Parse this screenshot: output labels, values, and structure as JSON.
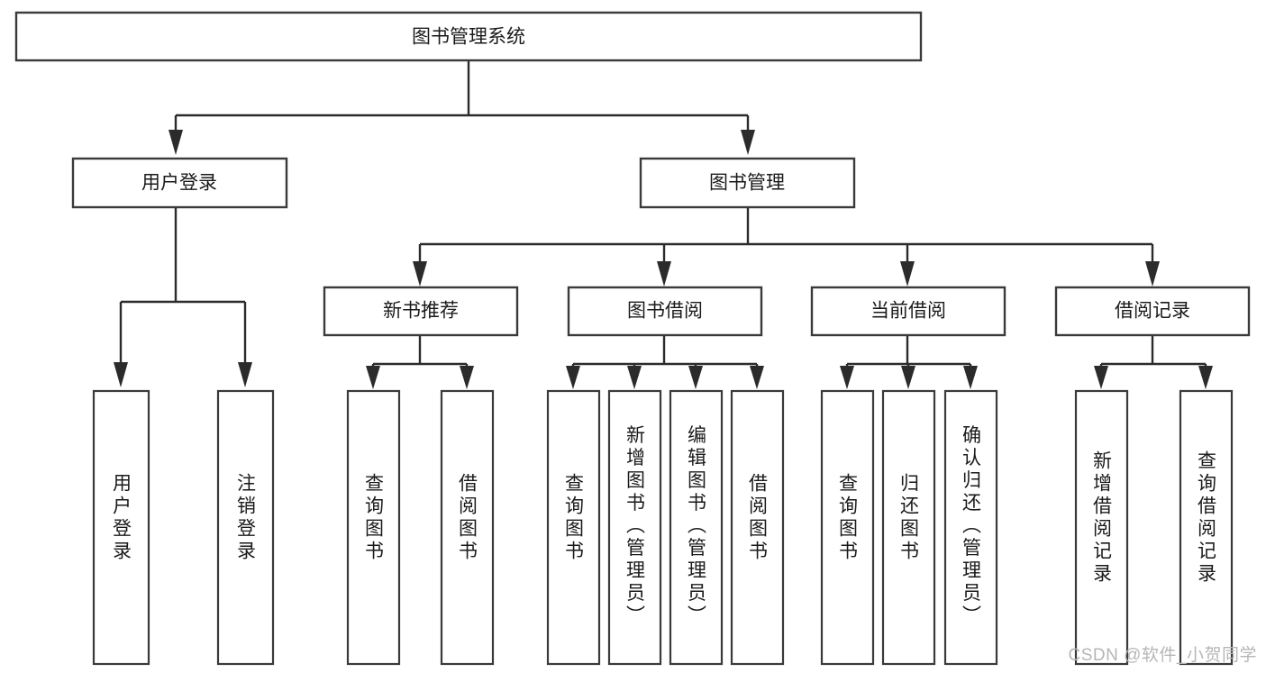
{
  "diagram": {
    "type": "tree-hierarchy",
    "title": "图书管理系统",
    "root": {
      "id": "root",
      "label": "图书管理系统"
    },
    "level2": [
      {
        "id": "user-login",
        "label": "用户登录"
      },
      {
        "id": "book-manage",
        "label": "图书管理"
      }
    ],
    "level3": [
      {
        "id": "new-book-recommend",
        "label": "新书推荐",
        "parent": "book-manage"
      },
      {
        "id": "book-borrow",
        "label": "图书借阅",
        "parent": "book-manage"
      },
      {
        "id": "current-borrow",
        "label": "当前借阅",
        "parent": "book-manage"
      },
      {
        "id": "borrow-record",
        "label": "借阅记录",
        "parent": "book-manage"
      }
    ],
    "leaves": {
      "user-login": [
        {
          "id": "leaf-user-login",
          "label": "用户登录"
        },
        {
          "id": "leaf-logout",
          "label": "注销登录"
        }
      ],
      "new-book-recommend": [
        {
          "id": "leaf-query-book-1",
          "label": "查询图书"
        },
        {
          "id": "leaf-borrow-book-1",
          "label": "借阅图书"
        }
      ],
      "book-borrow": [
        {
          "id": "leaf-query-book-2",
          "label": "查询图书"
        },
        {
          "id": "leaf-add-book",
          "label": "新增图书（管理员）"
        },
        {
          "id": "leaf-edit-book",
          "label": "编辑图书（管理员）"
        },
        {
          "id": "leaf-borrow-book-2",
          "label": "借阅图书"
        }
      ],
      "current-borrow": [
        {
          "id": "leaf-query-book-3",
          "label": "查询图书"
        },
        {
          "id": "leaf-return-book",
          "label": "归还图书"
        },
        {
          "id": "leaf-confirm-return",
          "label": "确认归还（管理员）"
        }
      ],
      "borrow-record": [
        {
          "id": "leaf-add-record",
          "label": "新增借阅记录"
        },
        {
          "id": "leaf-query-record",
          "label": "查询借阅记录"
        }
      ]
    }
  },
  "watermark": {
    "text": "CSDN @软件_小贺同学"
  },
  "colors": {
    "background": "#ffffff",
    "box_stroke": "#3a3a3a",
    "edge_stroke": "#2b2b2b",
    "label_color": "#1a1a1a",
    "watermark_color": "#b6b6b6"
  }
}
